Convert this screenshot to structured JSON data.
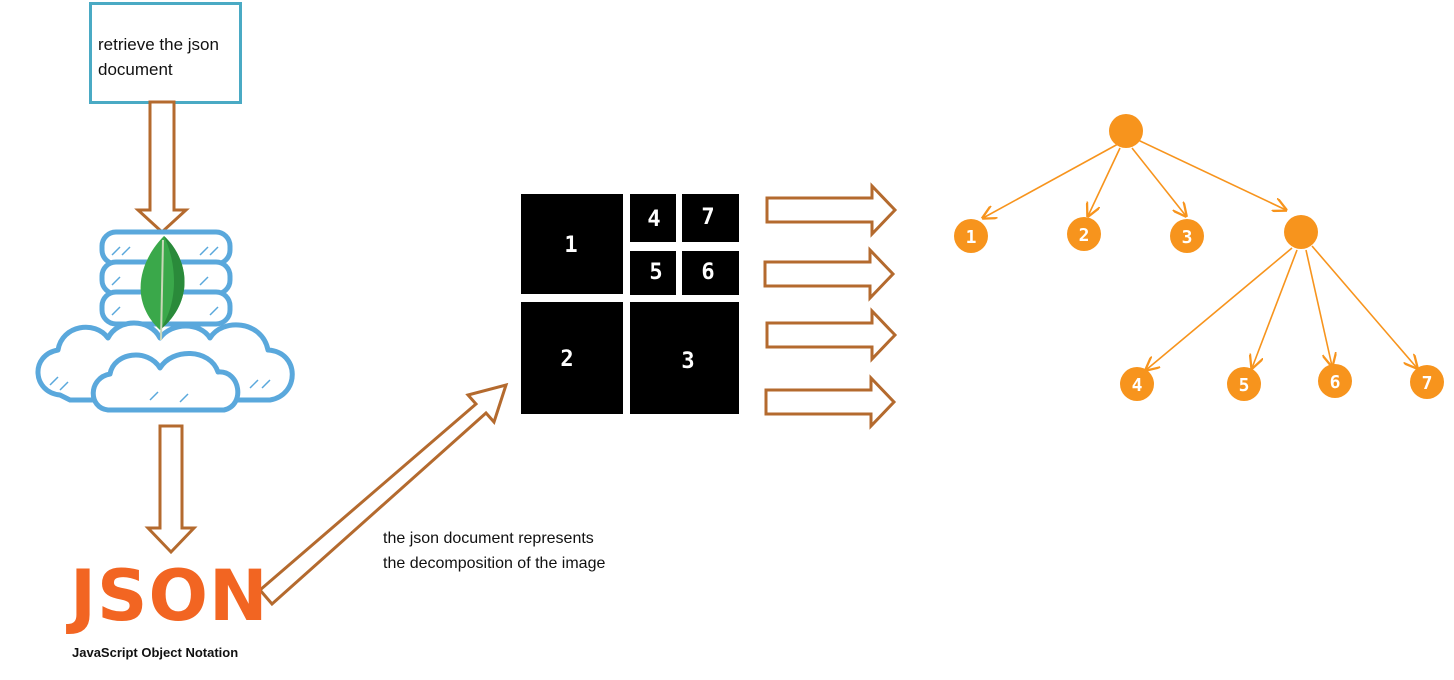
{
  "retrieve_box": {
    "text": "retrieve the json document"
  },
  "json_logo": {
    "title": "JSON",
    "subtitle": "JavaScript Object Notation"
  },
  "decomposition_caption": "the json document represents\nthe decomposition of the image",
  "grid_labels": {
    "cell1": "1",
    "cell2": "2",
    "cell3": "3",
    "cell4": "4",
    "cell5": "5",
    "cell6": "6",
    "cell7": "7"
  },
  "tree": {
    "leaves_level1": [
      "1",
      "2",
      "3"
    ],
    "leaves_level2": [
      "4",
      "5",
      "6",
      "7"
    ]
  },
  "colors": {
    "arrow_outline": "#b46a2e",
    "box_border": "#4aaac4",
    "cloud_stroke": "#5aa8dc",
    "leaf_green": "#3aa84a",
    "json_orange": "#f26522",
    "tree_orange": "#f7941d",
    "grid_black": "#000000"
  }
}
